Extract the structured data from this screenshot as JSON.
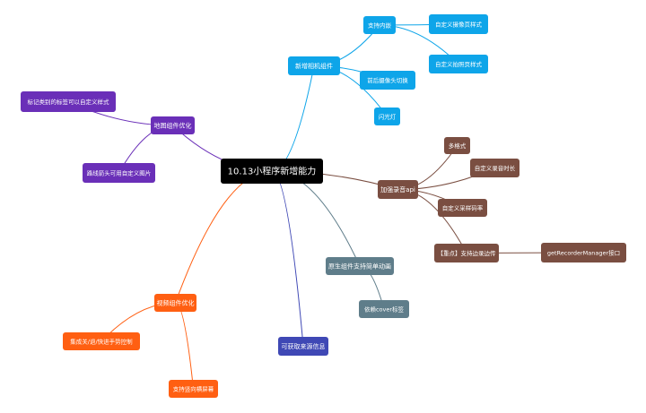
{
  "central": {
    "label": "10.13小程序新增能力",
    "color": "#000000"
  },
  "branches": [
    {
      "id": "camera",
      "label": "新增相机组件",
      "color": "#0ea5e9",
      "children": [
        {
          "id": "support-inner",
          "label": "支持内嵌",
          "children": [
            {
              "id": "custom-scan-style",
              "label": "自定义摄像页样式"
            },
            {
              "id": "custom-photo-style",
              "label": "自定义拍照页样式"
            }
          ]
        },
        {
          "id": "front-rear-switch",
          "label": "前后摄像头切换"
        },
        {
          "id": "flash",
          "label": "闪光灯"
        }
      ]
    },
    {
      "id": "recorder",
      "label": "加强录音api",
      "color": "#7a4e41",
      "children": [
        {
          "id": "multi-format",
          "label": "多格式"
        },
        {
          "id": "custom-duration",
          "label": "自定义录音时长"
        },
        {
          "id": "custom-sample-rate",
          "label": "自定义采样码率"
        },
        {
          "id": "pause-feature",
          "label": "【重点】支持边录边传",
          "children": [
            {
              "id": "recorder-manager",
              "label": "getRecorderManager接口"
            }
          ]
        }
      ]
    },
    {
      "id": "native",
      "label": "原生组件支持简单动画",
      "color": "#5f7d8a",
      "children": [
        {
          "id": "cover-tag",
          "label": "依赖cover标签"
        }
      ]
    },
    {
      "id": "source-info",
      "label": "可获取来源信息",
      "color": "#3f48b5",
      "children": []
    },
    {
      "id": "video",
      "label": "视频组件优化",
      "color": "#ff5f12",
      "children": [
        {
          "id": "gesture-control",
          "label": "集成关/退/快进手势控制"
        },
        {
          "id": "fullscreen",
          "label": "支持竖向横屏幕"
        }
      ]
    },
    {
      "id": "map",
      "label": "地图组件优化",
      "color": "#6a2fb8",
      "children": [
        {
          "id": "map-marker-style",
          "label": "标记类别的标签可以自定义样式"
        },
        {
          "id": "map-line-icon",
          "label": "路线箭头可用自定义图片"
        }
      ]
    }
  ]
}
